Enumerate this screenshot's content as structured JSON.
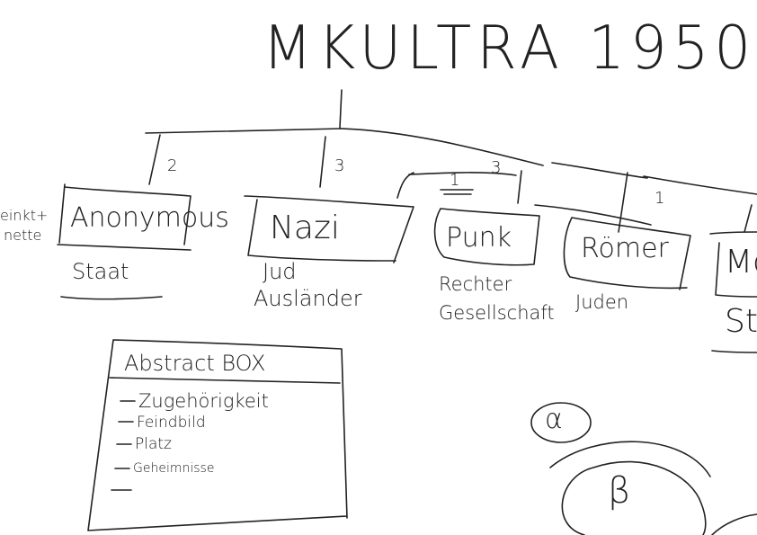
{
  "title": "MKULTRA 1950",
  "edge_labels": {
    "anonymous": "2",
    "nazi": "3",
    "punk_top": "3",
    "punk_marked": "1",
    "roemer": "1"
  },
  "nodes": {
    "partial_left": [
      "einkt+",
      "nette"
    ],
    "anonymous": {
      "label": "Anonymous",
      "sub": [
        "Staat"
      ]
    },
    "nazi": {
      "label": "Nazi",
      "sub": [
        "Jud",
        "Ausländer"
      ]
    },
    "punk": {
      "label": "Punk",
      "sub": [
        "Rechter",
        "Gesellschaft"
      ]
    },
    "roemer": {
      "label": "Römer",
      "sub": [
        "Juden"
      ]
    },
    "partial_right": {
      "label": "Mo",
      "sub": [
        "St"
      ]
    }
  },
  "abstract_box": {
    "title": "Abstract BOX",
    "items": [
      "Zugehörigkeit",
      "Feindbild",
      "Platz",
      "Geheimnisse"
    ]
  },
  "symbols": {
    "alpha": "α",
    "beta": "β"
  }
}
